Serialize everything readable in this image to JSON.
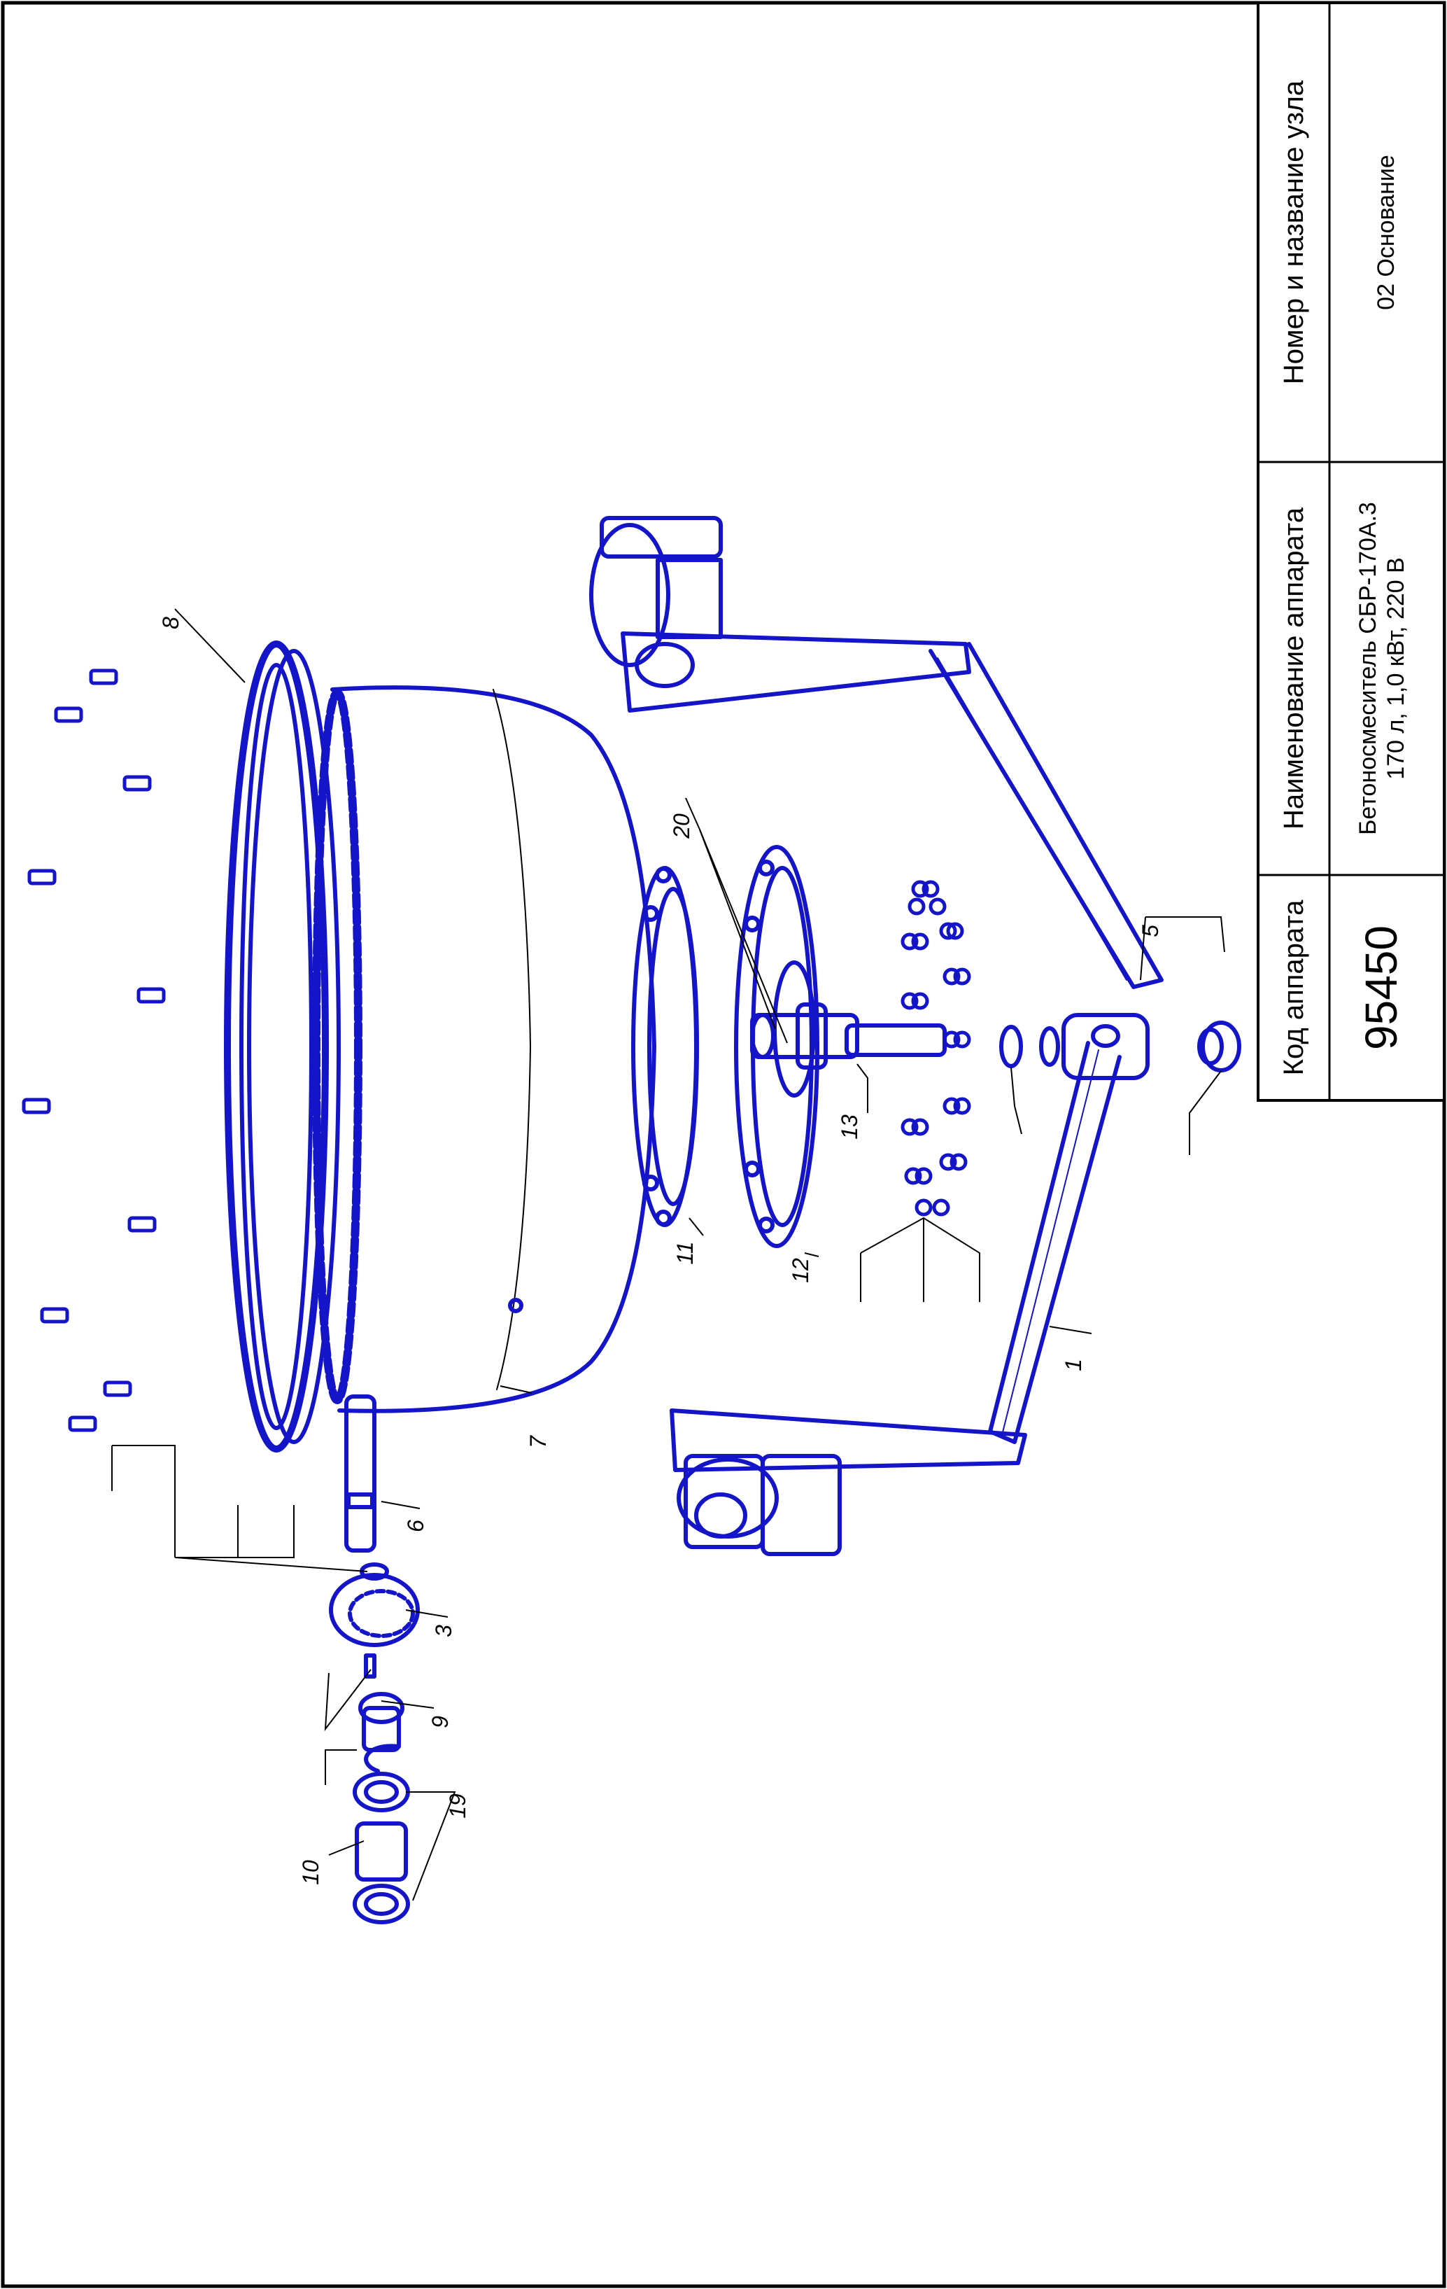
{
  "title_block": {
    "code_header": "Код аппарата",
    "code_value": "95450",
    "name_header": "Наименование аппарата",
    "name_value_line1": "Бетоносмеситель СБР-170А.3",
    "name_value_line2": "170 л, 1,0 кВт, 220 В",
    "node_header": "Номер и название узла",
    "node_value": "02 Основание"
  },
  "callouts": [
    "1",
    "3",
    "5",
    "6",
    "7",
    "8",
    "9",
    "10",
    "11",
    "12",
    "13",
    "19",
    "20"
  ],
  "colors": {
    "line": "#1414c8",
    "leader": "#000000",
    "frame": "#000000"
  }
}
